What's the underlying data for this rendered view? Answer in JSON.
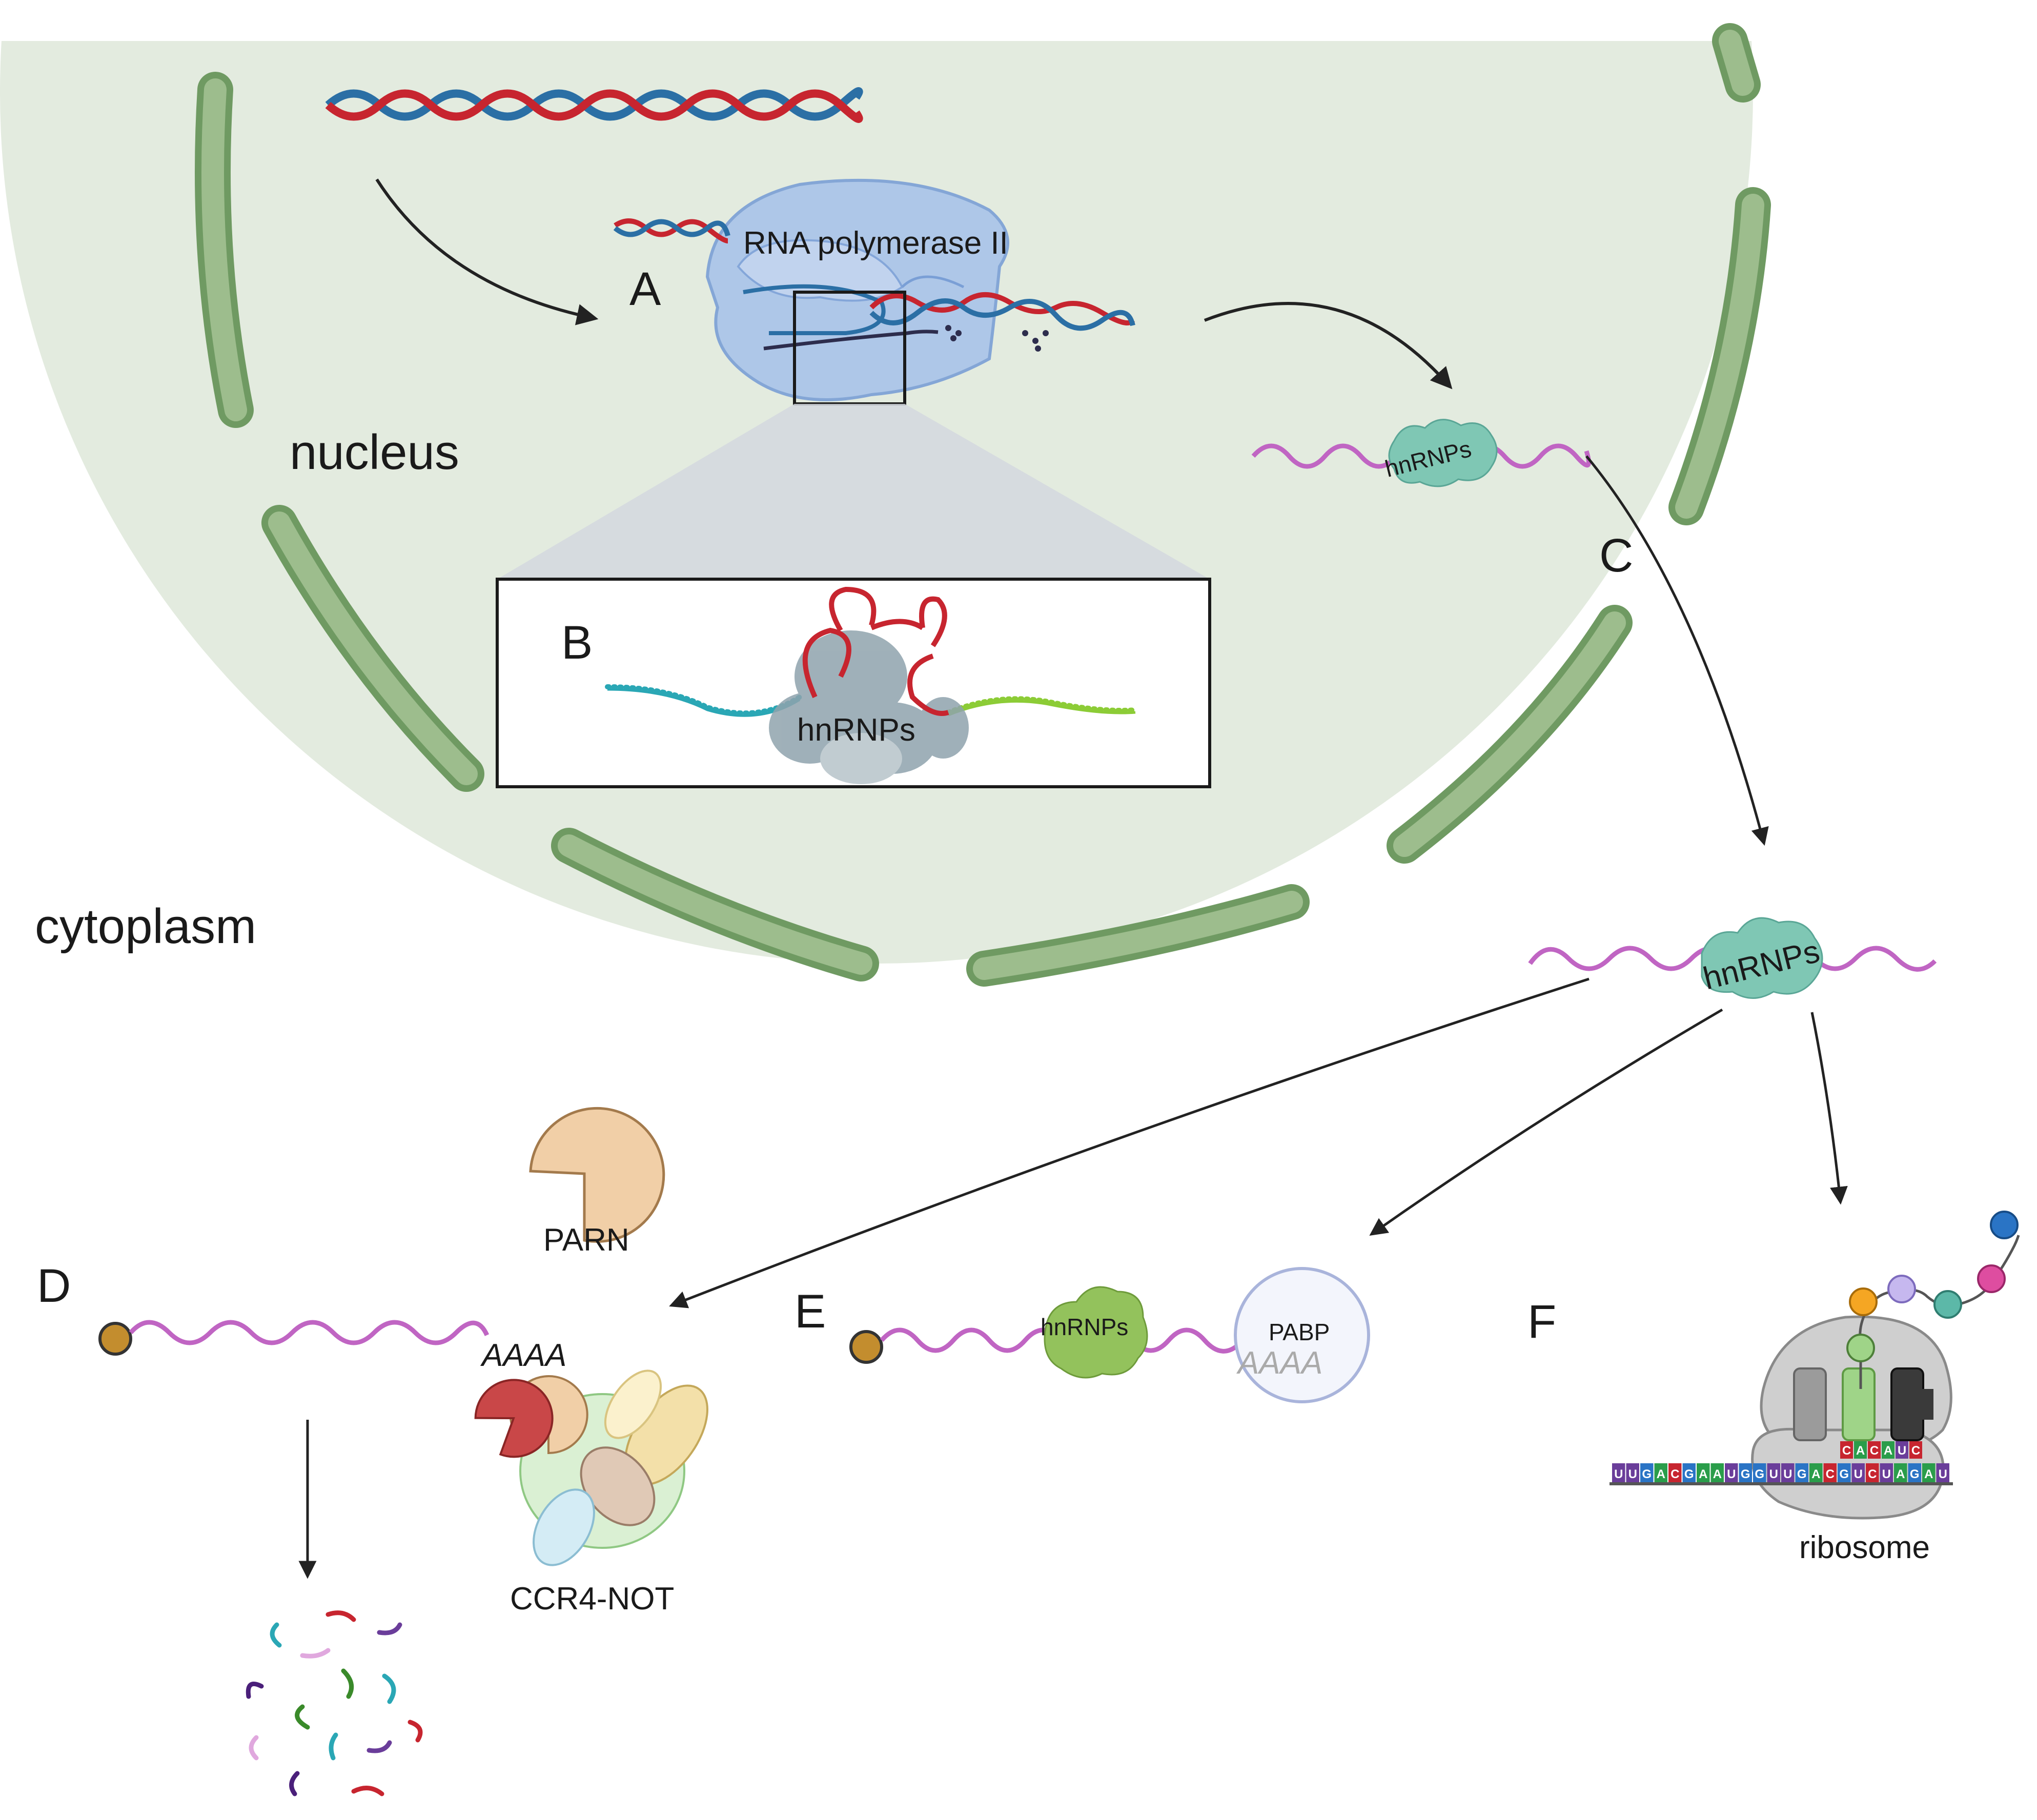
{
  "labels": {
    "nucleus": "nucleus",
    "cytoplasm": "cytoplasm",
    "rna_pol": "RNA polymerase II",
    "step_a": "A",
    "step_b": "B",
    "step_c": "C",
    "step_d": "D",
    "step_e": "E",
    "step_f": "F",
    "hnrnps_b": "hnRNPs",
    "hnrnps_c1": "hnRNPs",
    "hnrnps_c2": "hnRNPs",
    "hnrnps_e": "hnRNPs",
    "parn": "PARN",
    "polya_d": "AAAA",
    "ccr4_not": "CCR4-NOT",
    "pabp": "PABP",
    "polya_e": "AAAA",
    "ribosome": "ribosome",
    "codons": [
      "U",
      "U",
      "G",
      "A",
      "C",
      "G",
      "A",
      "A",
      "U",
      "G",
      "G",
      "U",
      "U",
      "G",
      "A",
      "C",
      "G",
      "U",
      "C",
      "U",
      "A",
      "G",
      "A",
      "U"
    ],
    "anticodon": [
      "C",
      "A",
      "C",
      "A",
      "U",
      "C"
    ]
  },
  "colors": {
    "nucleus_fill": "#e3ebdf",
    "envelope": "#9dbd8d",
    "envelope_stroke": "#6f9a62",
    "mrna": "#c065c3",
    "dna_red": "#c7252f",
    "dna_blue": "#2b6fa5",
    "cap": "#c38d2e",
    "hnrnp_teal": "#7fc7b4",
    "hnrnp_green": "#93c25c",
    "hnrnp_grey": "#8fa3ad",
    "arrow": "#222222",
    "box_grey": "#d4d8df"
  },
  "icons": [
    "dna-helix-icon",
    "rna-polymerase-icon",
    "hnrnp-complex-icon",
    "parn-enzyme-icon",
    "ccr4-not-complex-icon",
    "pabp-icon",
    "ribosome-icon",
    "peptide-chain-icon",
    "degraded-rna-fragments-icon"
  ]
}
